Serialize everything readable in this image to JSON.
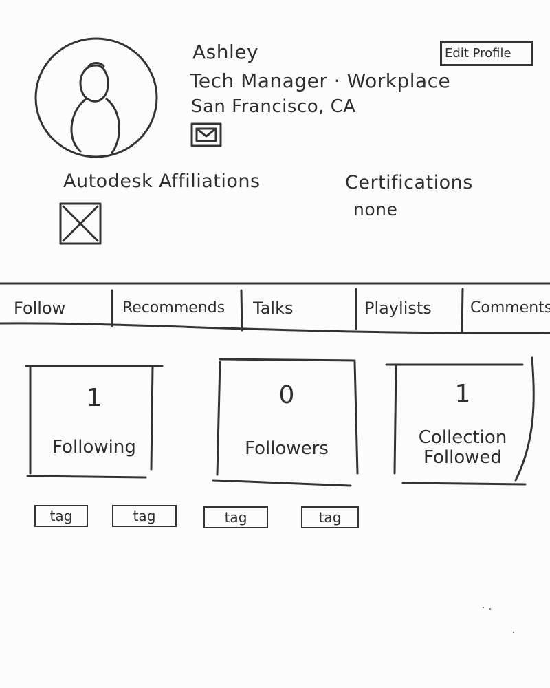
{
  "profile": {
    "name": "Ashley",
    "title_line": "Tech Manager · Workplace",
    "location": "San Francisco, CA",
    "avatar_icon": "user-avatar-icon",
    "message_icon": "mail-icon",
    "edit_label": "Edit Profile"
  },
  "affiliations": {
    "label": "Autodesk Affiliations",
    "image_icon": "image-placeholder-icon"
  },
  "certifications": {
    "label": "Certifications",
    "value": "none"
  },
  "tabs": [
    {
      "label": "Follow"
    },
    {
      "label": "Recommends"
    },
    {
      "label": "Talks"
    },
    {
      "label": "Playlists"
    },
    {
      "label": "Comments"
    }
  ],
  "stats": [
    {
      "value": "1",
      "label": "Following"
    },
    {
      "value": "0",
      "label": "Followers"
    },
    {
      "value": "1",
      "label": "Collection Followed"
    }
  ],
  "tags": [
    {
      "label": "tag"
    },
    {
      "label": "tag"
    },
    {
      "label": "tag"
    },
    {
      "label": "tag"
    }
  ],
  "colors": {
    "ink": "#333333",
    "paper": "#fcfcfc"
  }
}
